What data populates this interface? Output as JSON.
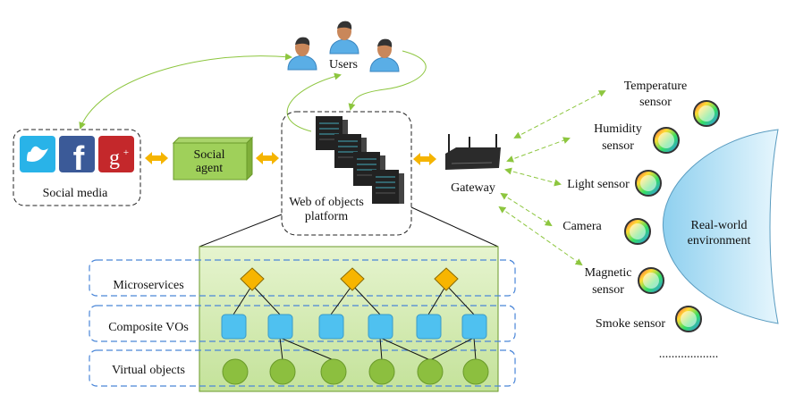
{
  "users": {
    "label": "Users"
  },
  "social_media": {
    "label": "Social media",
    "icons": [
      "twitter-icon",
      "facebook-icon",
      "google-plus-icon"
    ]
  },
  "social_agent": {
    "line1": "Social",
    "line2": "agent"
  },
  "platform": {
    "line1": "Web of objects",
    "line2": "platform"
  },
  "gateway": {
    "label": "Gateway"
  },
  "layers": {
    "microservices": "Microservices",
    "composite": "Composite VOs",
    "virtual": "Virtual objects"
  },
  "sensors": {
    "temperature": [
      "Temperature",
      "sensor"
    ],
    "humidity": [
      "Humidity",
      "sensor"
    ],
    "light": "Light sensor",
    "camera": "Camera",
    "magnetic": [
      "Magnetic",
      "sensor"
    ],
    "smoke": "Smoke sensor",
    "more": "..................."
  },
  "environment": {
    "line1": "Real-world",
    "line2": "environment"
  },
  "colors": {
    "link_green": "#8dc63f",
    "exchange_orange": "#f5b400",
    "panel_green": "#d7ecb0",
    "layer_dash": "#4a86d8",
    "diamond": "#f7b500",
    "square": "#4fc1f0",
    "circle": "#8cbf3f",
    "environment": "#a9dcf3"
  }
}
